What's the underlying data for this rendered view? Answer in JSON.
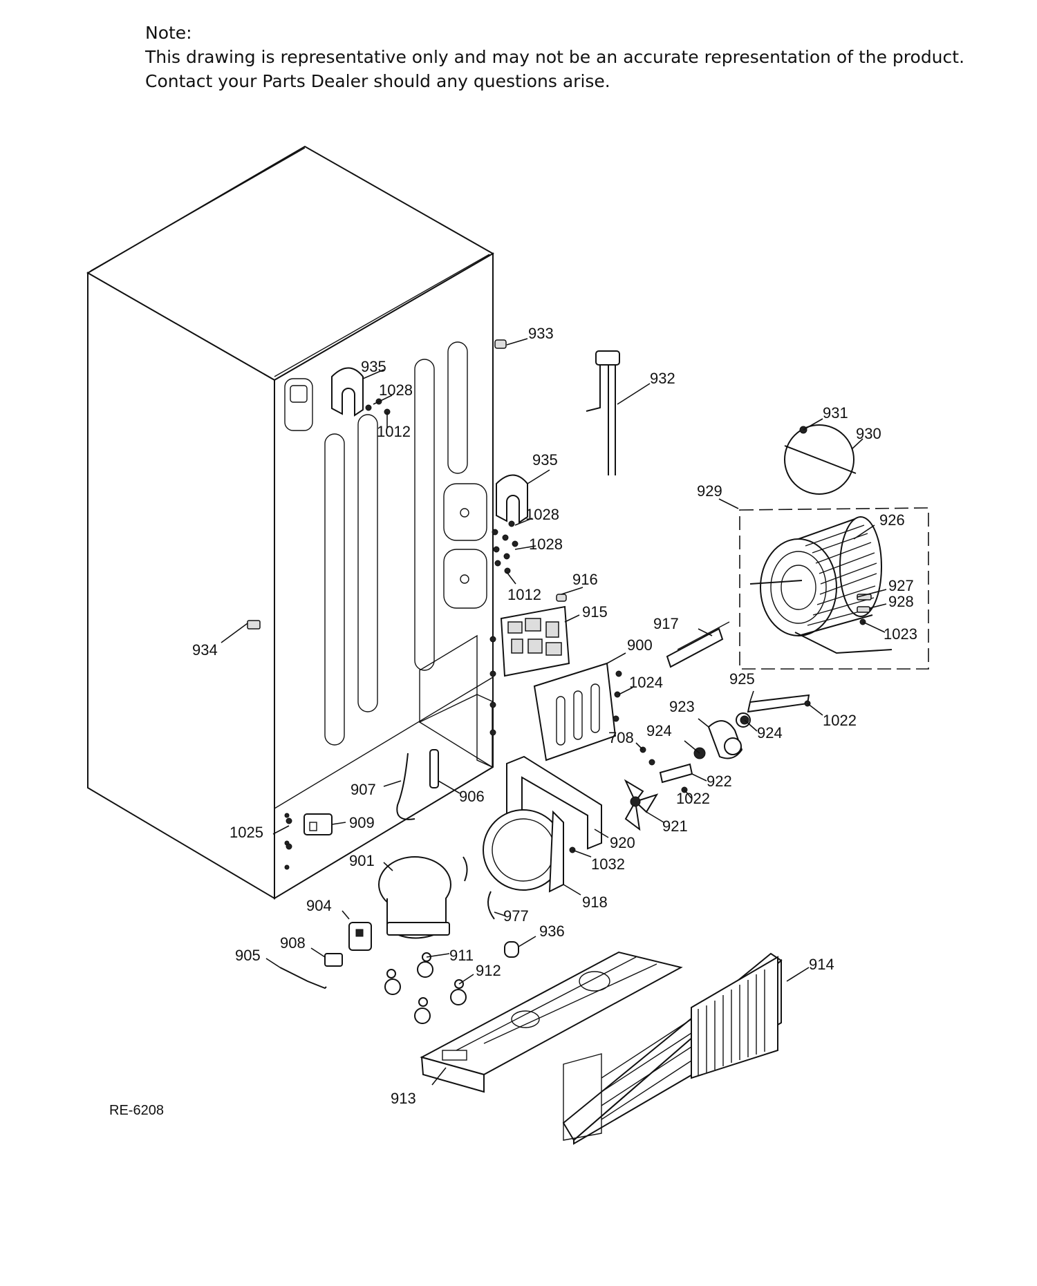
{
  "note": {
    "heading": "Note:",
    "line1": "This drawing is representative only and may not be an accurate representation of the product.",
    "line2": "Contact your Parts Dealer should any questions arise."
  },
  "reference_code": "RE-6208",
  "part_labels": [
    "933",
    "932",
    "935",
    "1028",
    "1012",
    "931",
    "930",
    "929",
    "926",
    "935",
    "1028",
    "1028",
    "916",
    "1012",
    "927",
    "928",
    "915",
    "917",
    "1023",
    "934",
    "900",
    "1024",
    "925",
    "923",
    "1022",
    "924",
    "924",
    "708",
    "922",
    "1022",
    "907",
    "906",
    "920",
    "921",
    "1025",
    "909",
    "1032",
    "901",
    "918",
    "904",
    "977",
    "936",
    "908",
    "911",
    "905",
    "912",
    "914",
    "913"
  ]
}
